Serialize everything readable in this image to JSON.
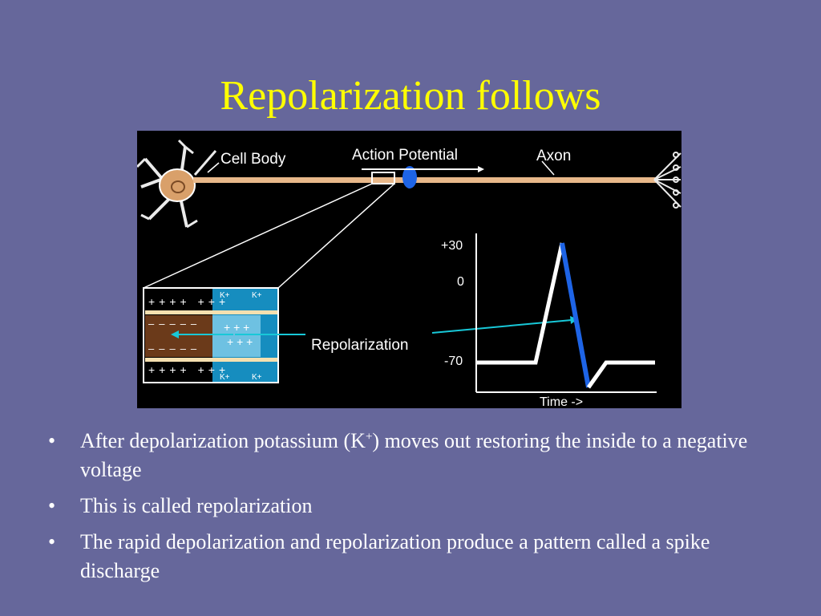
{
  "slide": {
    "title": "Repolarization follows"
  },
  "diagram": {
    "labels": {
      "cell_body": "Cell Body",
      "action_potential": "Action Potential",
      "axon": "Axon",
      "repolarization": "Repolarization",
      "time": "Time ->",
      "ion": "K+"
    },
    "graph": {
      "y_ticks": [
        "+30",
        "0",
        "-70"
      ]
    },
    "colors": {
      "background": "#000000",
      "axon": "#e8b88a",
      "neuron": "#d9a06a",
      "arrow": "#18c8d8",
      "spike_fall": "#1e64e6",
      "trace": "#ffffff"
    }
  },
  "bullets": [
    {
      "text_before": "After depolarization potassium (K",
      "sup": "+",
      "text_after": ") moves out restoring the inside to a negative voltage"
    },
    {
      "text_before": "This is called repolarization",
      "sup": "",
      "text_after": ""
    },
    {
      "text_before": "The rapid depolarization and repolarization produce a pattern called a spike discharge",
      "sup": "",
      "text_after": ""
    }
  ],
  "bullet_symbol": "•"
}
